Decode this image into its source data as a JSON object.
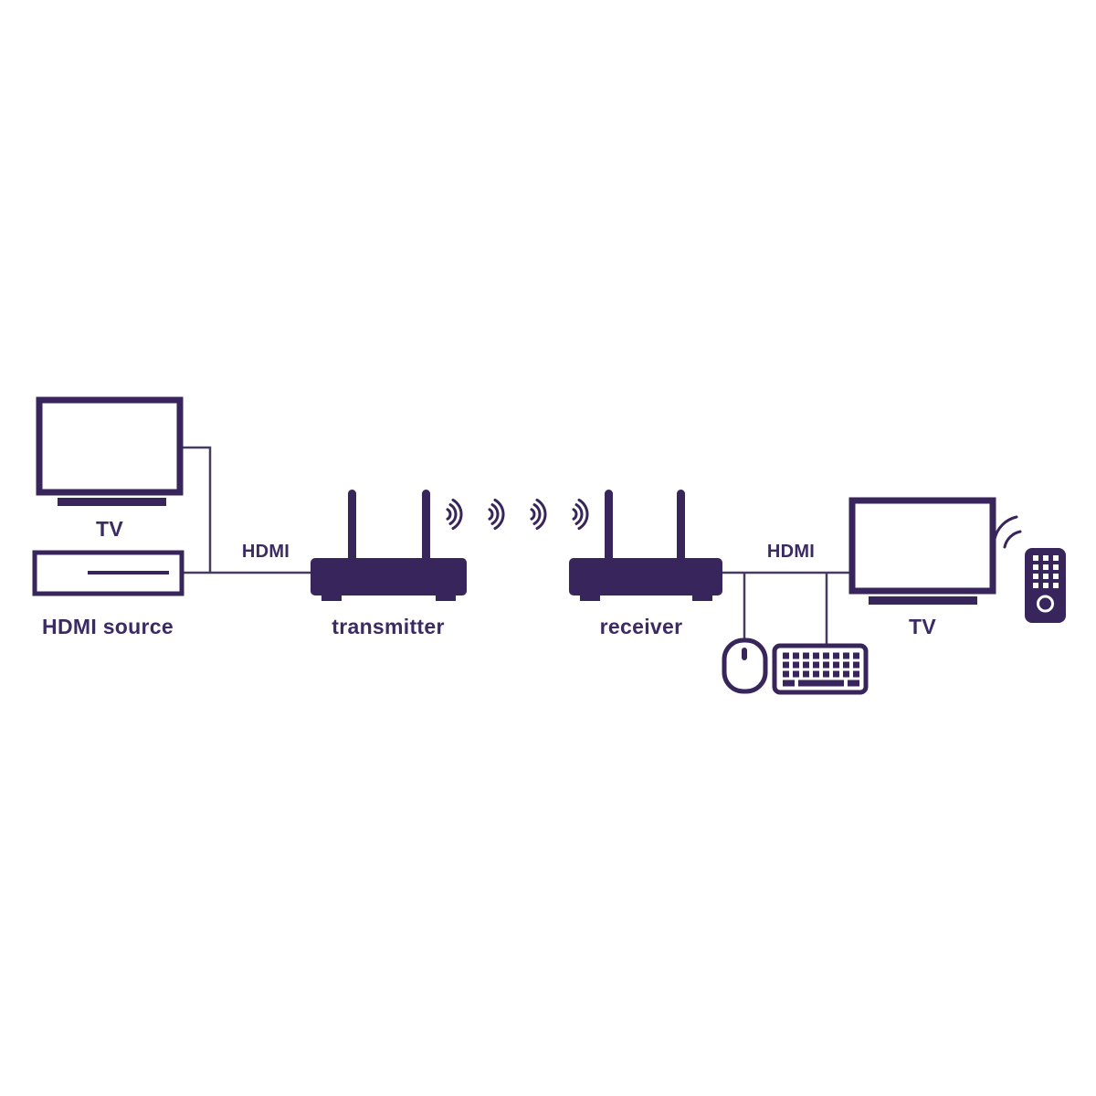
{
  "diagram": {
    "colors": {
      "primary": "#38255c",
      "label": "#3b2a63",
      "line": "#473c5e",
      "background": "#ffffff"
    },
    "nodes": {
      "tv_left": {
        "label": "TV",
        "icon": "tv-icon"
      },
      "hdmi_source": {
        "label": "HDMI source",
        "icon": "hdmi-source-box-icon"
      },
      "transmitter": {
        "label": "transmitter",
        "icon": "antenna-box-icon"
      },
      "receiver": {
        "label": "receiver",
        "icon": "antenna-box-icon"
      },
      "tv_right": {
        "label": "TV",
        "icon": "tv-icon"
      },
      "mouse": {
        "icon": "mouse-icon"
      },
      "keyboard": {
        "icon": "keyboard-icon"
      },
      "remote": {
        "icon": "remote-control-icon"
      }
    },
    "connections": {
      "source_to_transmitter": {
        "label": "HDMI",
        "type": "cable"
      },
      "tv_left_to_transmitter": {
        "type": "cable"
      },
      "transmitter_to_receiver": {
        "type": "wireless-signal"
      },
      "receiver_to_tv": {
        "label": "HDMI",
        "type": "cable"
      },
      "receiver_to_mouse": {
        "type": "cable"
      },
      "receiver_to_keyboard": {
        "type": "cable"
      },
      "remote_to_tv": {
        "type": "ir-signal"
      }
    }
  }
}
